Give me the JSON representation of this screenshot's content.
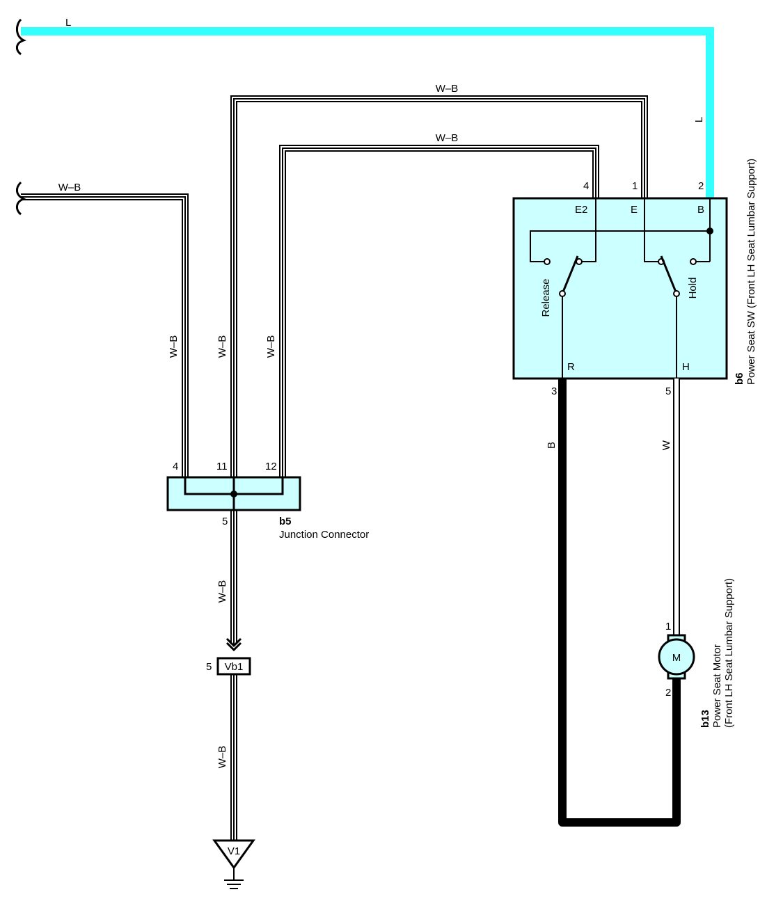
{
  "wires": {
    "l_top": "L",
    "l_right": "L",
    "wb_outer": "W–B",
    "wb_inner": "W–B",
    "wb_left_h": "W–B",
    "wb_left_v": "W–B",
    "wb_mid_v": "W–B",
    "wb_right_v": "W–B",
    "wb_lower": "W–B",
    "wb_ground": "W–B",
    "b": "B",
    "w": "W"
  },
  "switch": {
    "code": "b6",
    "name": "Power Seat SW (Front LH Seat Lumbar Support)",
    "pins": {
      "p4": "4",
      "p1": "1",
      "p2": "2",
      "p3": "3",
      "p5": "5"
    },
    "terminals": {
      "e2": "E2",
      "e": "E",
      "b": "B",
      "r": "R",
      "h": "H"
    },
    "release": "Release",
    "hold": "Hold"
  },
  "junction": {
    "code": "b5",
    "name": "Junction Connector",
    "pins": {
      "p4": "4",
      "p11": "11",
      "p12": "12",
      "p5": "5"
    }
  },
  "connector_vb1": {
    "label": "Vb1",
    "pin": "5"
  },
  "ground_v1": {
    "label": "V1"
  },
  "motor": {
    "code": "b13",
    "name_line1": "Power Seat Motor",
    "name_line2": "(Front LH Seat Lumbar Support)",
    "symbol": "M",
    "pins": {
      "p1": "1",
      "p2": "2"
    }
  },
  "colors": {
    "wire_l": "#33ffff",
    "component_fill": "#ccffff",
    "line": "#000000"
  }
}
